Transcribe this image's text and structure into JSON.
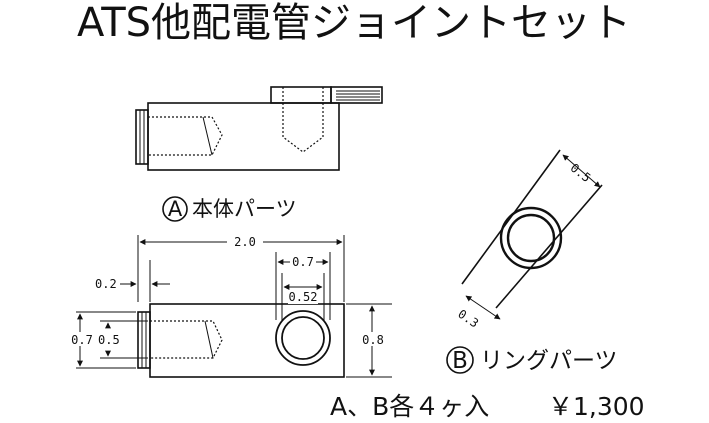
{
  "title": "ATS他配電管ジョイントセット",
  "part_a": {
    "marker": "A",
    "label": "本体パーツ"
  },
  "part_b": {
    "marker": "B",
    "label": "リングパーツ"
  },
  "dimensions": {
    "overall_length": "2.0",
    "bore_outer": "0.7",
    "bore_inner": "0.52",
    "offset": "0.2",
    "left_outer": "0.7",
    "left_inner": "0.5",
    "height": "0.8",
    "ring_outer": "0.5",
    "ring_inner": "0.3"
  },
  "footer": {
    "quantity": "A、B各４ヶ入",
    "price": "￥1,300"
  }
}
